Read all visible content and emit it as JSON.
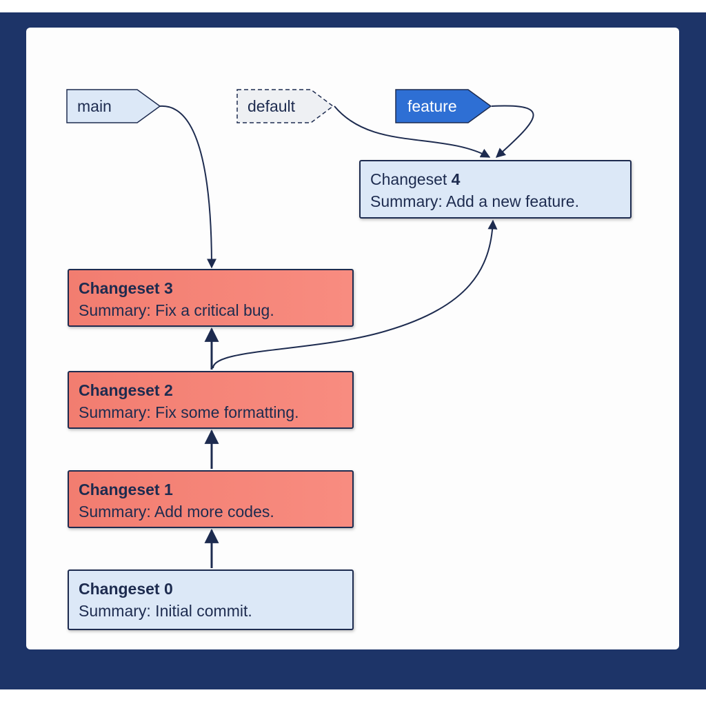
{
  "colors": {
    "frame": "#1d3468",
    "canvas": "#fdfdfd",
    "line": "#1d2b4f",
    "node_red": "#f58478",
    "node_blue": "#dce8f7",
    "tag_feature": "#2e6fd4"
  },
  "tags": [
    {
      "id": "main",
      "label": "main",
      "style": "light"
    },
    {
      "id": "default",
      "label": "default",
      "style": "dashed"
    },
    {
      "id": "feature",
      "label": "feature",
      "style": "filled"
    }
  ],
  "nodes": {
    "cs4": {
      "prefix": "Changeset ",
      "number": "4",
      "summary": "Summary: Add a new feature."
    },
    "cs3": {
      "prefix": "Changeset ",
      "number": "3",
      "summary": "Summary: Fix a critical bug."
    },
    "cs2": {
      "prefix": "Changeset ",
      "number": "2",
      "summary": "Summary: Fix some formatting."
    },
    "cs1": {
      "prefix": "Changeset ",
      "number": "1",
      "summary": "Summary: Add more codes."
    },
    "cs0": {
      "prefix": "Changeset ",
      "number": "0",
      "summary": "Summary: Initial commit."
    }
  }
}
